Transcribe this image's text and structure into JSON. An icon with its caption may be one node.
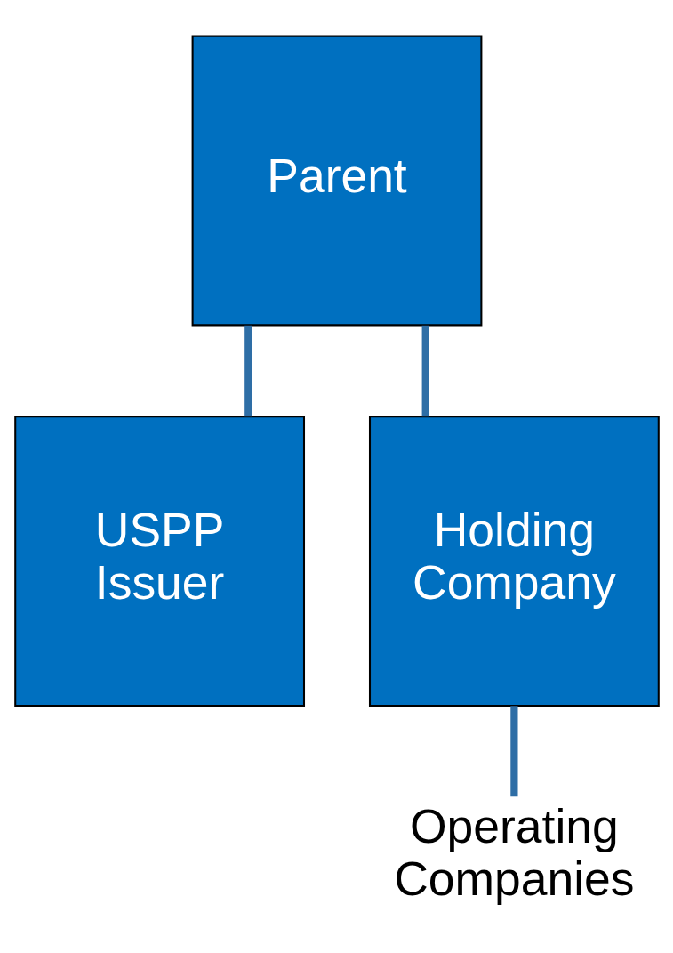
{
  "diagram": {
    "nodes": [
      {
        "text": [
          "Parent"
        ]
      },
      {
        "text": [
          "USPP Issuer"
        ]
      },
      {
        "text": [
          "Holding Company"
        ]
      },
      {
        "text": [
          "Operating Companies"
        ]
      }
    ],
    "edges": [
      {
        "from": 0,
        "to": 1,
        "arrow": "none"
      },
      {
        "from": 0,
        "to": 2,
        "arrow": "none"
      },
      {
        "from": 2,
        "to": 3,
        "arrow": "none"
      }
    ]
  }
}
